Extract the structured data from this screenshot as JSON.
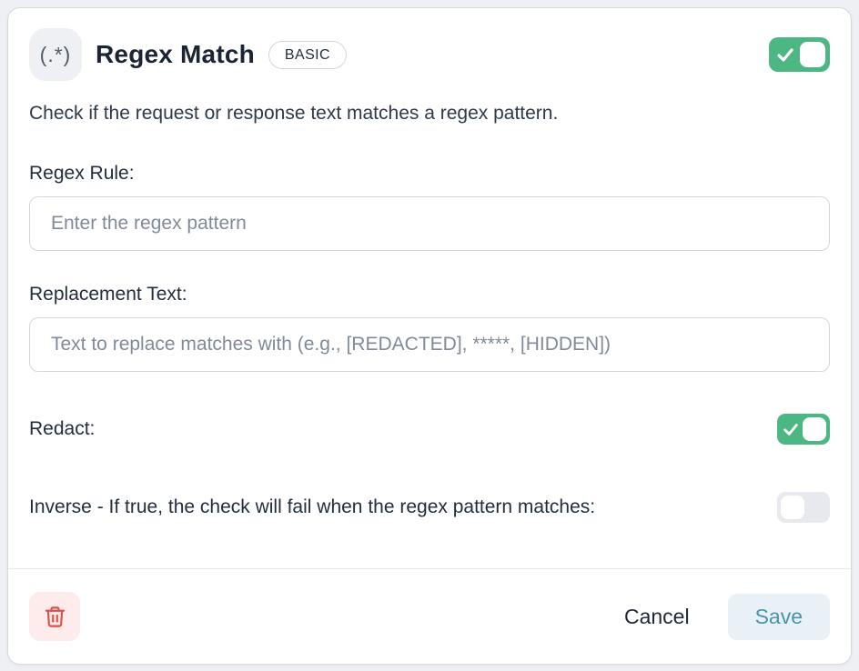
{
  "card": {
    "header": {
      "icon_text": "(.*)",
      "icon_name": "regex-icon",
      "title": "Regex Match",
      "badge": "BASIC",
      "enabled_toggle_state": "on"
    },
    "description": "Check if the request or response text matches a regex pattern.",
    "fields": {
      "regex_rule": {
        "label": "Regex Rule:",
        "placeholder": "Enter the regex pattern",
        "value": ""
      },
      "replacement_text": {
        "label": "Replacement Text:",
        "placeholder": "Text to replace matches with (e.g., [REDACTED], *****, [HIDDEN])",
        "value": ""
      },
      "redact": {
        "label": "Redact:",
        "toggle_state": "on"
      },
      "inverse": {
        "label": "Inverse - If true, the check will fail when the regex pattern matches:",
        "toggle_state": "off"
      }
    },
    "footer": {
      "delete_icon": "trash-icon",
      "cancel_label": "Cancel",
      "save_label": "Save"
    },
    "colors": {
      "toggle_on": "#4db783",
      "toggle_off": "#e7e9ee",
      "title_text": "#1b2433",
      "body_text": "#2e3949",
      "placeholder_text": "#808a9a",
      "save_bg": "#e9f1f6",
      "save_text": "#4a92b4",
      "delete_bg": "#fdeceb",
      "delete_icon_color": "#dc4f4a",
      "card_border": "#d6dade"
    }
  }
}
